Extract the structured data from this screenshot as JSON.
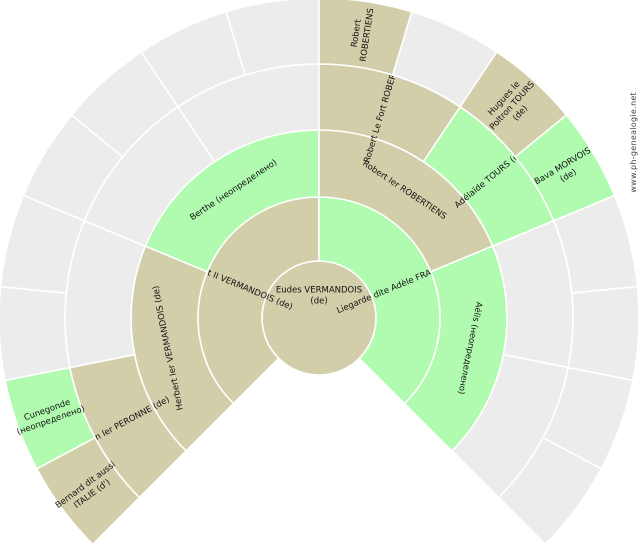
{
  "colors": {
    "male": "#d2ceaa",
    "female": "#b0fbb0",
    "empty": "#ececec",
    "border": "#ffffff",
    "text": "#111111"
  },
  "watermark": "www.ph-genealogie.net",
  "root": {
    "lines": [
      "Eudes VERMANDOIS",
      "(de)"
    ],
    "sex": "male"
  },
  "generations": [
    [
      {
        "lines": [
          "Herbert II VERMANDOIS (de)"
        ],
        "sex": "male"
      },
      {
        "lines": [
          "Liegarde dite Adèle FRANCE (de)"
        ],
        "sex": "female"
      }
    ],
    [
      {
        "lines": [
          "Herbert Ier VERMANDOIS (de)"
        ],
        "sex": "male"
      },
      {
        "lines": [
          "Berthe (неопределено)"
        ],
        "sex": "female"
      },
      {
        "lines": [
          "Robert Ier ROBERTIENS"
        ],
        "sex": "male"
      },
      {
        "lines": [
          "Aélis (неопределено)"
        ],
        "sex": "female"
      }
    ],
    [
      {
        "lines": [
          "Pépin Ier PERONNE (de)"
        ],
        "sex": "male"
      },
      {
        "lines": [],
        "sex": "empty"
      },
      {
        "lines": [],
        "sex": "empty"
      },
      {
        "lines": [],
        "sex": "empty"
      },
      {
        "lines": [
          "Robert Le Fort ROBERTIENS"
        ],
        "sex": "male"
      },
      {
        "lines": [
          "Adélaïde TOURS (de)"
        ],
        "sex": "female"
      },
      {
        "lines": [],
        "sex": "empty"
      },
      {
        "lines": [],
        "sex": "empty"
      }
    ],
    [
      {
        "lines": [
          "Bernard dit aussi",
          "ITALIE (d')"
        ],
        "sex": "male"
      },
      {
        "lines": [
          "Cunegonde",
          "(неопределено)"
        ],
        "sex": "female"
      },
      {
        "lines": [],
        "sex": "empty"
      },
      {
        "lines": [],
        "sex": "empty"
      },
      {
        "lines": [],
        "sex": "empty"
      },
      {
        "lines": [],
        "sex": "empty"
      },
      {
        "lines": [],
        "sex": "empty"
      },
      {
        "lines": [],
        "sex": "empty"
      },
      {
        "lines": [
          "Robert",
          "ROBERTIENS"
        ],
        "sex": "male"
      },
      {
        "lines": [],
        "sex": "empty"
      },
      {
        "lines": [
          "Hugues le",
          "Poltron TOURS",
          "(de)"
        ],
        "sex": "male"
      },
      {
        "lines": [
          "Bava MORVOIS",
          "(de)"
        ],
        "sex": "female"
      },
      {
        "lines": [],
        "sex": "empty"
      },
      {
        "lines": [],
        "sex": "empty"
      },
      {
        "lines": [],
        "sex": "empty"
      },
      {
        "lines": [],
        "sex": "empty"
      }
    ]
  ]
}
